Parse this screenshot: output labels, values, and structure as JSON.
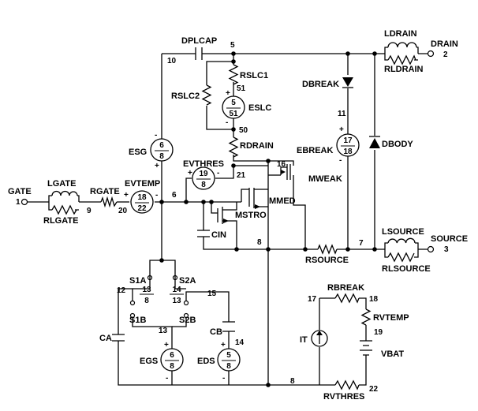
{
  "labels": {
    "dplcap": "DPLCAP",
    "ldrain": "LDRAIN",
    "drain": "DRAIN",
    "rldrain": "RLDRAIN",
    "rslc1": "RSLC1",
    "rslc2": "RSLC2",
    "eslc": "ESLC",
    "dbreak": "DBREAK",
    "dbody": "DBODY",
    "esg": "ESG",
    "rdrain": "RDRAIN",
    "ebreak": "EBREAK",
    "evthres": "EVTHRES",
    "mweak": "MWEAK",
    "gate": "GATE",
    "lgate": "LGATE",
    "rgate": "RGATE",
    "evtemp": "EVTEMP",
    "mmed": "MMED",
    "rlgate": "RLGATE",
    "mstro": "MSTRO",
    "cin": "CIN",
    "rsource": "RSOURCE",
    "lsource": "LSOURCE",
    "source": "SOURCE",
    "rlsource": "RLSOURCE",
    "s1a": "S1A",
    "s2a": "S2A",
    "s1b": "S1B",
    "s2b": "S2B",
    "rbreak": "RBREAK",
    "rvtemp": "RVTEMP",
    "it": "IT",
    "vbat": "VBAT",
    "ca": "CA",
    "cb": "CB",
    "egs": "EGS",
    "eds": "EDS",
    "rvthres": "RVTHRES"
  },
  "nodes": {
    "n10": "10",
    "n5": "5",
    "n2": "2",
    "n51": "51",
    "n11": "11",
    "n50": "50",
    "n16": "16",
    "n21": "21",
    "n1": "1",
    "n9": "9",
    "n20": "20",
    "n6": "6",
    "n8a": "8",
    "n7": "7",
    "n3": "3",
    "n12": "12",
    "n15": "15",
    "n13": "13",
    "n14": "14",
    "n17": "17",
    "n18": "18",
    "n19": "19",
    "n8b": "8",
    "n22": "22"
  },
  "sources": {
    "eslc": {
      "num": "5",
      "den": "51"
    },
    "esg": {
      "num": "6",
      "den": "8"
    },
    "ebreak": {
      "num": "17",
      "den": "18"
    },
    "evthres": {
      "num": "19",
      "den": "8"
    },
    "evtemp": {
      "num": "18",
      "den": "22"
    },
    "egs": {
      "num": "6",
      "den": "8"
    },
    "eds": {
      "num": "5",
      "den": "8"
    },
    "s1a": {
      "num": "13",
      "den": "8"
    },
    "s2a": {
      "num": "14",
      "den": "13"
    }
  },
  "signs": {
    "plus": "+",
    "minus": "-"
  }
}
